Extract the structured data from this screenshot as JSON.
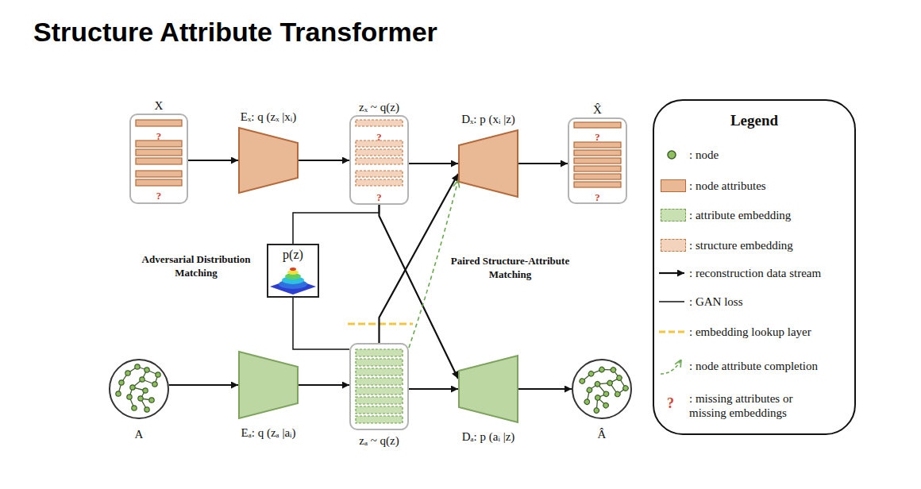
{
  "diagram": {
    "title": "Structure Attribute Transformer",
    "nodes": [
      {
        "text": [
          "X",
          "?",
          "?"
        ]
      },
      {
        "text": [
          "Eₓ: q (zₓ |xᵢ)"
        ]
      },
      {
        "text": [
          "zₓ ~ q(z)",
          "?",
          "?"
        ]
      },
      {
        "text": [
          "Dₓ: p (xᵢ |z)"
        ]
      },
      {
        "text": [
          "X̂",
          "?",
          "?"
        ]
      },
      {
        "text": [
          "p(z)"
        ]
      },
      {
        "text": [
          "A"
        ]
      },
      {
        "text": [
          "Eₐ: q (zₐ |aᵢ)"
        ]
      },
      {
        "text": [
          "zₐ ~ q(z)"
        ]
      },
      {
        "text": [
          "Dₐ: p (aᵢ |z)"
        ]
      },
      {
        "text": [
          "Â"
        ]
      },
      {
        "text": [
          "Legend"
        ]
      }
    ],
    "edges": [
      {
        "from": 0,
        "to": 1,
        "arrow": "to"
      },
      {
        "from": 1,
        "to": 2,
        "arrow": "to"
      },
      {
        "from": 2,
        "to": 3,
        "arrow": "to"
      },
      {
        "from": 3,
        "to": 4,
        "arrow": "to"
      },
      {
        "from": 6,
        "to": 7,
        "arrow": "to"
      },
      {
        "from": 7,
        "to": 8,
        "arrow": "to"
      },
      {
        "from": 8,
        "to": 9,
        "arrow": "to"
      },
      {
        "from": 9,
        "to": 10,
        "arrow": "to"
      },
      {
        "from": 2,
        "to": 9,
        "arrow": "to"
      },
      {
        "from": 8,
        "to": 3,
        "arrow": "to"
      },
      {
        "from": 8,
        "to": 3,
        "arrow": "to"
      },
      {
        "from": 5,
        "to": 2,
        "arrow": "none"
      },
      {
        "from": 5,
        "to": 8,
        "arrow": "none"
      }
    ],
    "labels": [
      "Adversarial Distribution Matching",
      "Paired Structure-Attribute Matching",
      "?"
    ],
    "legend": [
      {
        "text": ": node"
      },
      {
        "text": ": node attributes",
        "color": "#e9b995"
      },
      {
        "text": ": attribute embedding",
        "color": "#c9e0b2"
      },
      {
        "text": ": structure embedding",
        "color": "#f3d3bb"
      },
      {
        "text": ": reconstruction data stream"
      },
      {
        "text": ": GAN loss"
      },
      {
        "text": ": embedding lookup layer"
      },
      {
        "text": ": node attribute completion"
      },
      {
        "text": ": missing attributes or missing embeddings"
      }
    ]
  }
}
